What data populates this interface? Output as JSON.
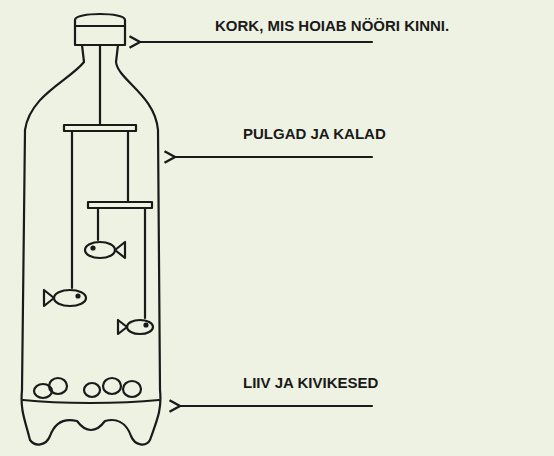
{
  "diagram": {
    "labels": [
      "KORK, MIS HOIAB NÖÖRI KINNI.",
      "PULGAD JA KALAD",
      "LIIV JA KIVIKESED"
    ]
  }
}
